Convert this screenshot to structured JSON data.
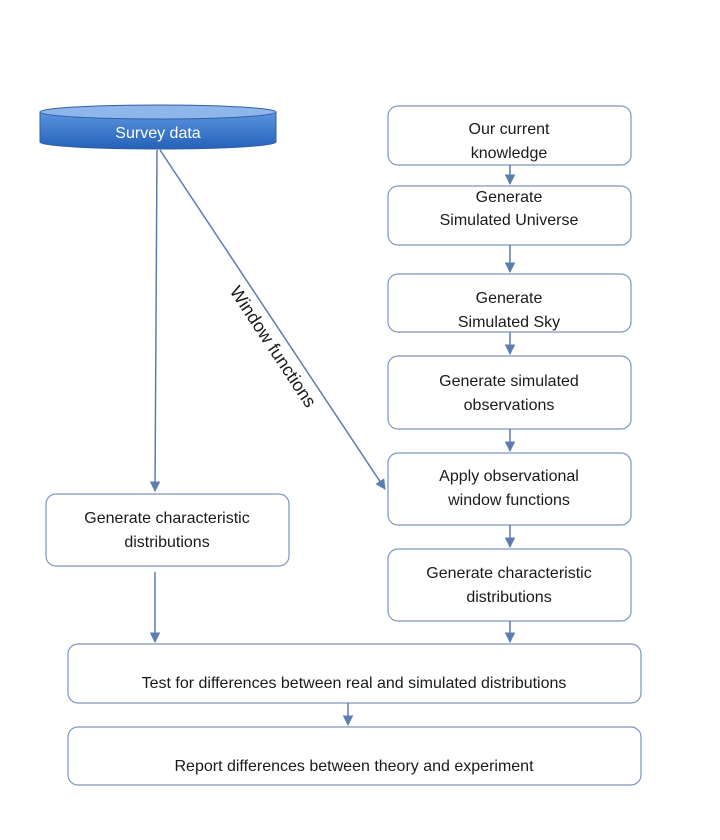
{
  "colors": {
    "box_stroke": "#7d95be",
    "arrow": "#5b7db1",
    "db_fill_top": "#5b93df",
    "db_fill_bottom": "#2462b8",
    "db_text": "#ffffff"
  },
  "nodes": {
    "survey_data": "Survey data",
    "current_knowledge": [
      "Our current",
      "knowledge"
    ],
    "sim_universe": [
      "Generate",
      "Simulated Universe"
    ],
    "sim_sky": [
      "Generate",
      "Simulated Sky"
    ],
    "sim_observations": [
      "Generate simulated",
      "observations"
    ],
    "apply_window": [
      "Apply observational",
      "window functions"
    ],
    "gen_dist_sim": [
      "Generate characteristic",
      "distributions"
    ],
    "gen_dist_real": [
      "Generate characteristic",
      "distributions"
    ],
    "test_differences": "Test for differences between real and simulated distributions",
    "report_differences": "Report differences between theory and experiment"
  },
  "edges": {
    "window_functions_label": "Window functions"
  }
}
